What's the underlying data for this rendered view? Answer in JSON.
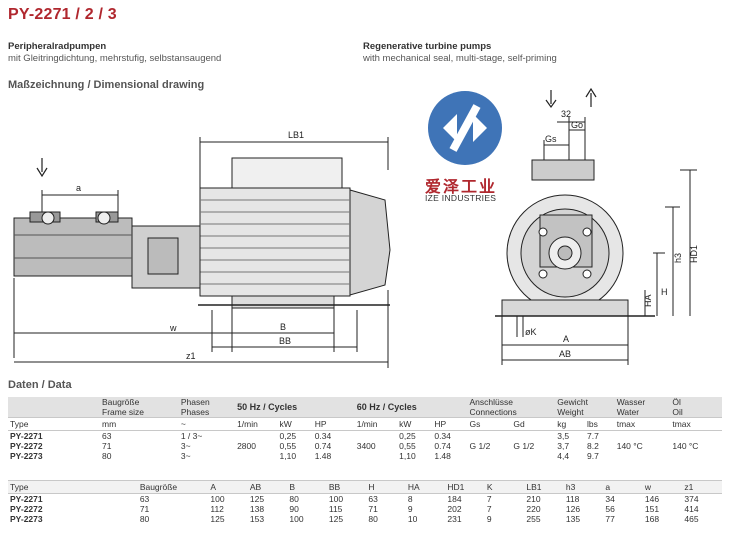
{
  "title": "PY-2271 / 2 / 3",
  "desc_de": {
    "title": "Peripheralradpumpen",
    "subtitle": "mit Gleitringdichtung, mehrstufig, selbstansaugend"
  },
  "desc_en": {
    "title": "Regenerative turbine pumps",
    "subtitle": "with mechanical seal, multi-stage, self-priming"
  },
  "section_drawing": "Maßzeichnung / Dimensional drawing",
  "section_data": "Daten / Data",
  "watermark": {
    "cn": "爱泽工业",
    "en": "IZE INDUSTRIES"
  },
  "drawing_labels": {
    "lb1": "LB1",
    "a": "a",
    "w": "w",
    "z1": "z1",
    "b": "B",
    "bb": "BB",
    "dim32": "32",
    "gs": "Gs",
    "go": "Go",
    "h3": "h3",
    "hd1": "HD1",
    "ha": "HA",
    "h": "H",
    "k": "øK",
    "a_cap": "A",
    "ab": "AB"
  },
  "table1": {
    "head": {
      "baugroesse": "Baugröße",
      "frame_size": "Frame size",
      "phasen": "Phasen",
      "phases": "Phases",
      "hz50": "50 Hz / Cycles",
      "hz60": "60 Hz / Cycles",
      "anschluesse": "Anschlüsse",
      "connections": "Connections",
      "gewicht": "Gewicht",
      "weight": "Weight",
      "wasser": "Wasser",
      "water": "Water",
      "oel": "Öl",
      "oil": "Oil"
    },
    "units": {
      "type": "Type",
      "mm": "mm",
      "tilde": "~",
      "rpm50": "1/min",
      "kw50": "kW",
      "hp50": "HP",
      "rpm60": "1/min",
      "kw60": "kW",
      "hp60": "HP",
      "gs": "Gs",
      "gd": "Gd",
      "kg": "kg",
      "lbs": "lbs",
      "tmax": "tmax",
      "tmax2": "tmax"
    },
    "rows": [
      {
        "type": "PY-2271",
        "frame": "63",
        "phases": "1 / 3~",
        "kw50": "0,25",
        "hp50": "0.34",
        "kw60": "0,25",
        "hp60": "0.34",
        "kg": "3,5",
        "lbs": "7.7"
      },
      {
        "type": "PY-2272",
        "frame": "71",
        "phases": "3~",
        "kw50": "0,55",
        "hp50": "0.74",
        "kw60": "0,55",
        "hp60": "0.74",
        "kg": "3,7",
        "lbs": "8.2"
      },
      {
        "type": "PY-2273",
        "frame": "80",
        "phases": "3~",
        "kw50": "1,10",
        "hp50": "1.48",
        "kw60": "1,10",
        "hp60": "1.48",
        "kg": "4,4",
        "lbs": "9.7"
      }
    ],
    "shared": {
      "rpm50": "2800",
      "rpm60": "3400",
      "gs": "G 1/2",
      "gd": "G 1/2",
      "water": "140 °C",
      "oil": "140 °C"
    }
  },
  "table2": {
    "headers": [
      "Type",
      "Baugröße",
      "A",
      "AB",
      "B",
      "BB",
      "H",
      "HA",
      "HD1",
      "K",
      "LB1",
      "h3",
      "a",
      "w",
      "z1"
    ],
    "rows": [
      [
        "PY-2271",
        "63",
        "100",
        "125",
        "80",
        "100",
        "63",
        "8",
        "184",
        "7",
        "210",
        "118",
        "34",
        "146",
        "374"
      ],
      [
        "PY-2272",
        "71",
        "112",
        "138",
        "90",
        "115",
        "71",
        "9",
        "202",
        "7",
        "220",
        "126",
        "56",
        "151",
        "414"
      ],
      [
        "PY-2273",
        "80",
        "125",
        "153",
        "100",
        "125",
        "80",
        "10",
        "231",
        "9",
        "255",
        "135",
        "77",
        "168",
        "465"
      ]
    ]
  }
}
